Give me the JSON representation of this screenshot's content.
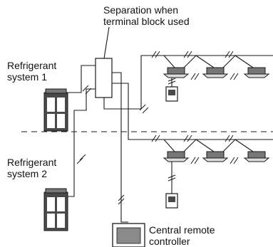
{
  "labels": {
    "separation": [
      "Separation when",
      "terminal block used"
    ],
    "system1": [
      "Refrigerant",
      "system 1"
    ],
    "system2": [
      "Refrigerant",
      "system 2"
    ],
    "central": [
      "Central remote",
      "controller"
    ]
  },
  "colors": {
    "line": "#1a1a1a",
    "unit_fill": "#ffffff",
    "unit_dark": "#4a4a4a",
    "screen": "#8a8a8a"
  },
  "components": {
    "outdoor_units": [
      "outdoor-unit-system-1",
      "outdoor-unit-system-2"
    ],
    "indoor_units_per_system": 3,
    "remote_controllers_per_system": 1,
    "terminal_block": "terminal-block",
    "central_controller": "central-remote-controller"
  }
}
